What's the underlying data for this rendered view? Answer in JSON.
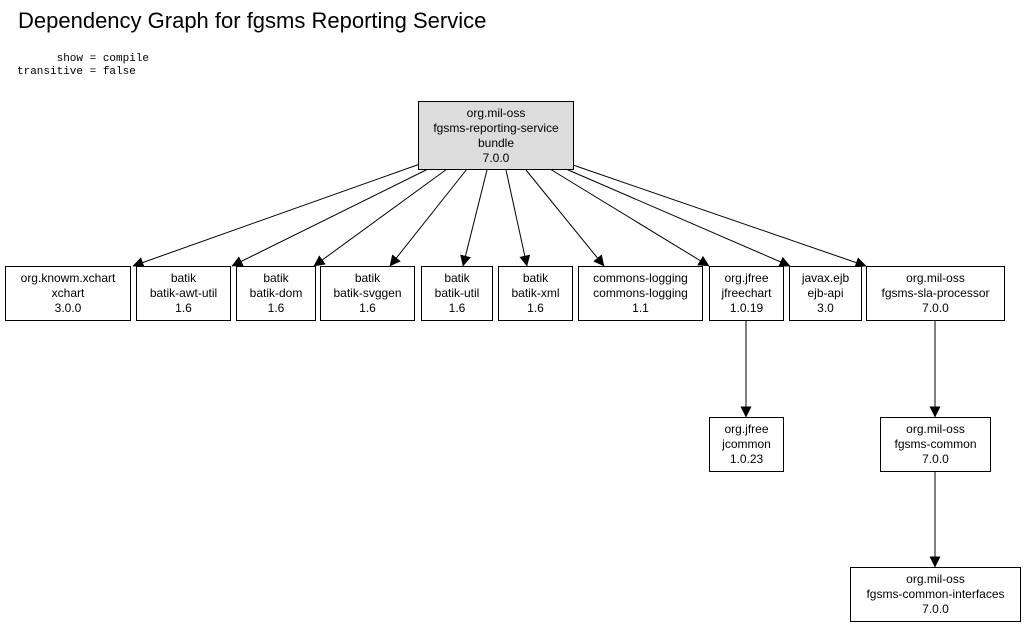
{
  "title": "Dependency Graph for fgsms Reporting Service",
  "params_text": "      show = compile\ntransitive = false",
  "root": {
    "group": "org.mil-oss",
    "artifact": "fgsms-reporting-service",
    "type": "bundle",
    "version": "7.0.0"
  },
  "dependencies": [
    {
      "group": "org.knowm.xchart",
      "artifact": "xchart",
      "version": "3.0.0"
    },
    {
      "group": "batik",
      "artifact": "batik-awt-util",
      "version": "1.6"
    },
    {
      "group": "batik",
      "artifact": "batik-dom",
      "version": "1.6"
    },
    {
      "group": "batik",
      "artifact": "batik-svggen",
      "version": "1.6"
    },
    {
      "group": "batik",
      "artifact": "batik-util",
      "version": "1.6"
    },
    {
      "group": "batik",
      "artifact": "batik-xml",
      "version": "1.6"
    },
    {
      "group": "commons-logging",
      "artifact": "commons-logging",
      "version": "1.1"
    },
    {
      "group": "org.jfree",
      "artifact": "jfreechart",
      "version": "1.0.19"
    },
    {
      "group": "javax.ejb",
      "artifact": "ejb-api",
      "version": "3.0"
    },
    {
      "group": "org.mil-oss",
      "artifact": "fgsms-sla-processor",
      "version": "7.0.0"
    }
  ],
  "transitive": [
    {
      "group": "org.jfree",
      "artifact": "jcommon",
      "version": "1.0.23"
    },
    {
      "group": "org.mil-oss",
      "artifact": "fgsms-common",
      "version": "7.0.0"
    },
    {
      "group": "org.mil-oss",
      "artifact": "fgsms-common-interfaces",
      "version": "7.0.0"
    }
  ]
}
